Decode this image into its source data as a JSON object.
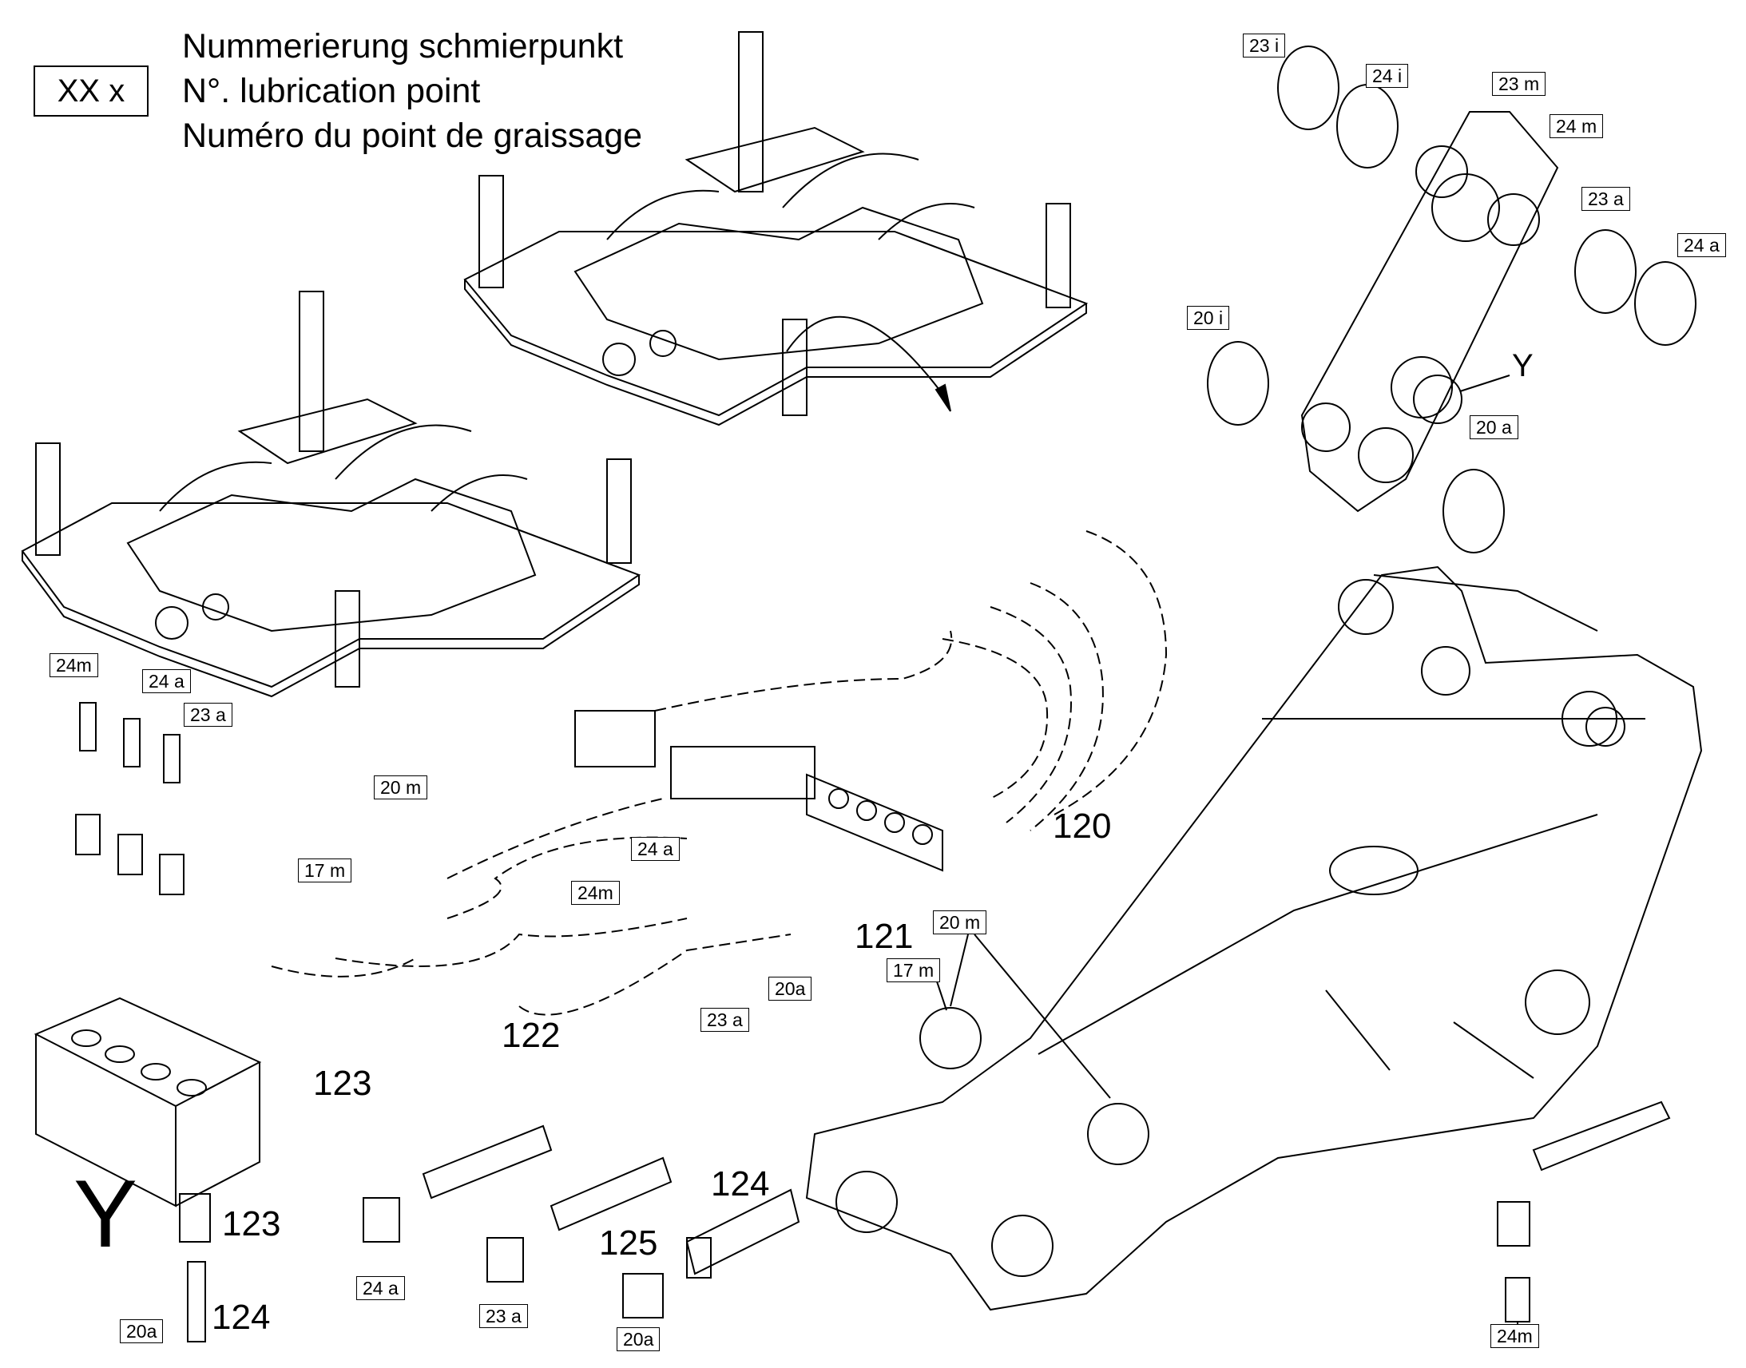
{
  "legend": {
    "code": "XX x",
    "lines": [
      "Nummerierung schmierpunkt",
      "N°. lubrication point",
      "Numéro du point de graissage"
    ]
  },
  "detail_labels": {
    "y_callout": "Y",
    "y_detail": "Y"
  },
  "part_numbers": [
    "120",
    "121",
    "122",
    "123",
    "123",
    "124",
    "124",
    "125"
  ],
  "point_labels": [
    "23 i",
    "24 i",
    "23 m",
    "24 m",
    "23 a",
    "24 a",
    "20 i",
    "20 a",
    "24m",
    "24 a",
    "23 a",
    "20 m",
    "17 m",
    "24 a",
    "24m",
    "20a",
    "23 a",
    "20 m",
    "17 m",
    "20a",
    "24 a",
    "23 a",
    "20a",
    "24m"
  ]
}
